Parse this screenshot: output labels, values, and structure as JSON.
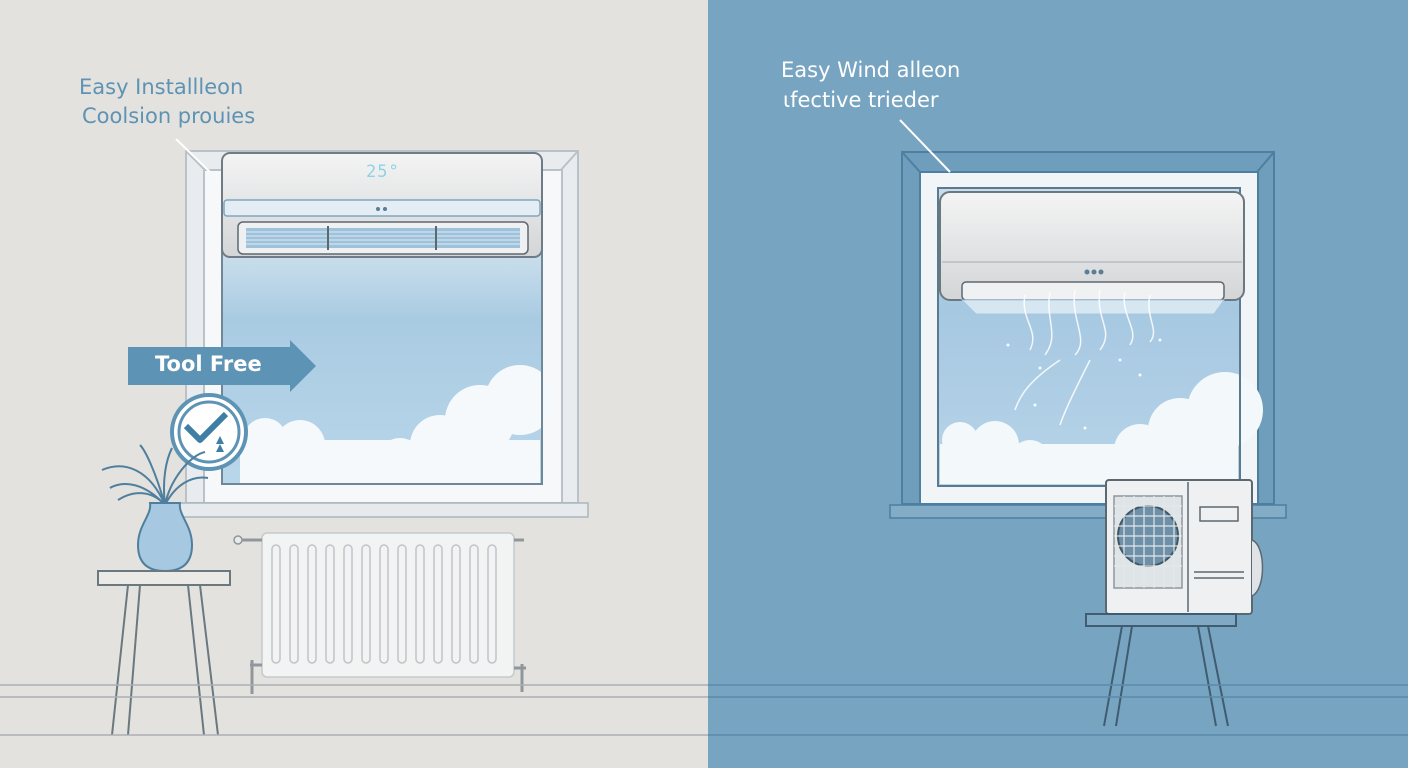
{
  "left_panel": {
    "label_line1": "Easy Installleon",
    "label_line2": "Coolsion prouies",
    "badge_text": "Tool Free",
    "ac_display": "25°",
    "accent_color": "#5d93b4"
  },
  "right_panel": {
    "label_line1": "Easy Wind alleon",
    "label_line2": "ɩfective trieder",
    "background_color": "#77a4c1"
  },
  "icons": {
    "badge": "arrow-right-icon",
    "checkmark_badge": "check-badge-icon"
  }
}
